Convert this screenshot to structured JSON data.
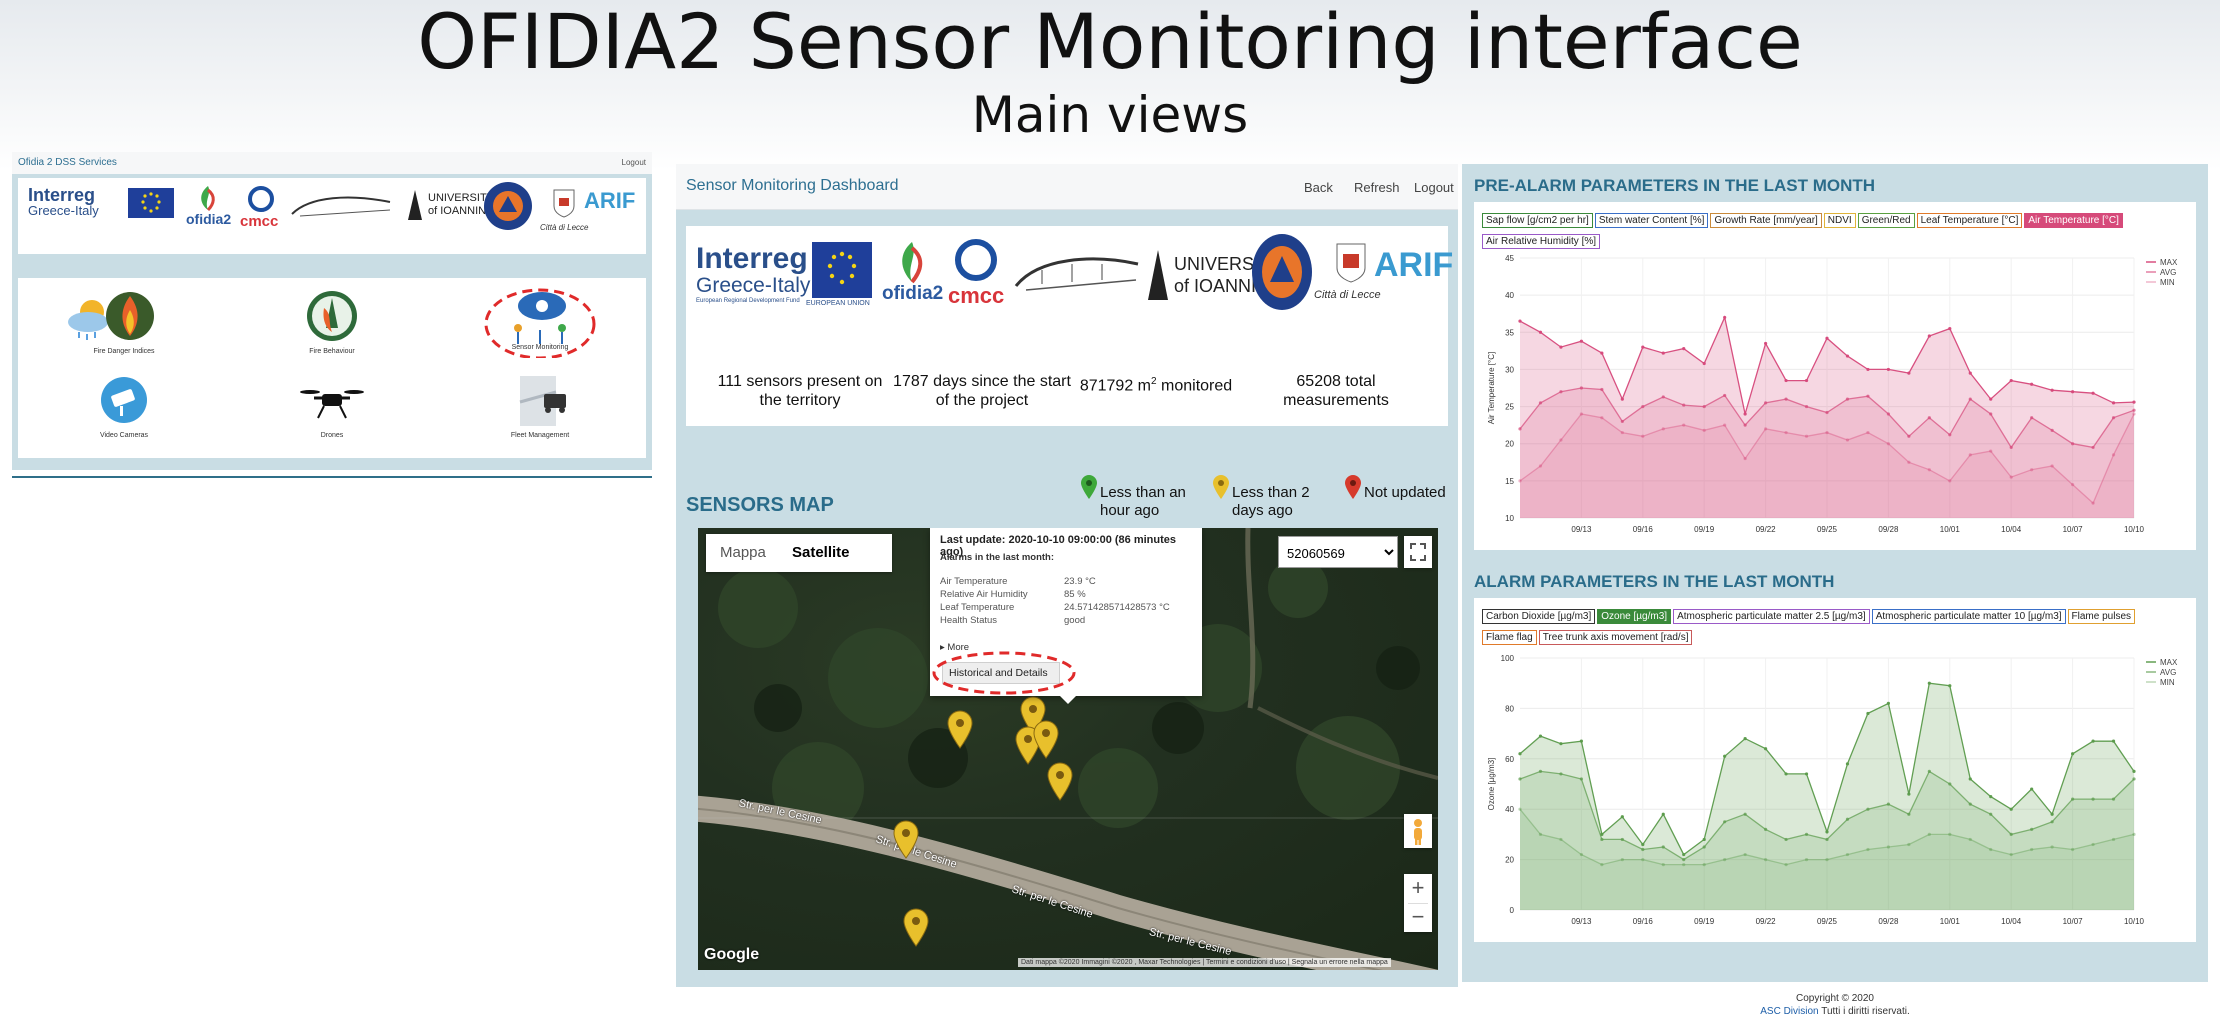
{
  "slide": {
    "title": "OFIDIA2 Sensor Monitoring interface",
    "subtitle": "Main views"
  },
  "left_panel": {
    "title": "Ofidia 2 DSS Services",
    "logout": "Logout",
    "logos": [
      "Interreg Greece-Italy",
      "European Union",
      "Ofidia2",
      "CMCC",
      "Decentralized Administration Authority",
      "University of Ioannina",
      "Protezione Civile",
      "Città di Lecce",
      "ARIF"
    ],
    "interreg_line1": "Interreg",
    "interreg_line2": "Greece-Italy",
    "ofidia": "ofidia2",
    "cmcc": "cmcc",
    "univ1": "UNIVERSITY",
    "univ2": "of IOANNINA",
    "arif": "ARIF",
    "lecce": "Città di Lecce",
    "tiles": [
      {
        "label": "Fire Danger Indices",
        "icon": "fire-danger-icon"
      },
      {
        "label": "Fire Behaviour",
        "icon": "fire-behaviour-icon"
      },
      {
        "label": "Sensor Monitoring",
        "icon": "sensor-monitoring-icon"
      },
      {
        "label": "Video Cameras",
        "icon": "video-camera-icon"
      },
      {
        "label": "Drones",
        "icon": "drone-icon"
      },
      {
        "label": "Fleet Management",
        "icon": "fleet-management-icon"
      }
    ]
  },
  "dashboard": {
    "title": "Sensor Monitoring Dashboard",
    "nav": {
      "back": "Back",
      "refresh": "Refresh",
      "logout": "Logout"
    },
    "interreg_line1": "Interreg",
    "interreg_line2": "Greece-Italy",
    "interreg_fund": "European Regional Development Fund",
    "eu": "EUROPEAN UNION",
    "ofidia": "ofidia2",
    "cmcc": "cmcc",
    "univ1": "UNIVERSITY",
    "univ2": "of IOANNINA",
    "lecce": "Città di Lecce",
    "arif": "ARIF",
    "stats": {
      "sensors": "111 sensors present on the territory",
      "days": "1787 days since the start of the project",
      "area_value": "871792 m",
      "area_sup": "2",
      "area_suffix": " monitored",
      "measurements": "65208 total measurements"
    },
    "map_title": "SENSORS MAP",
    "legend": [
      {
        "label": "Less than an hour ago",
        "color": "#3ea83a"
      },
      {
        "label": "Less than 2 days ago",
        "color": "#e8c02c"
      },
      {
        "label": "Not updated",
        "color": "#d63a2c"
      }
    ],
    "map": {
      "type_map": "Mappa",
      "type_sat": "Satellite",
      "select_value": "52060569",
      "popup": {
        "last_update": "Last update: 2020-10-10 09:00:00 (86 minutes ago)",
        "alarms": "Alarms in the last month:",
        "rows": [
          {
            "key": "Air Temperature",
            "value": "23.9 °C"
          },
          {
            "key": "Relative Air Humidity",
            "value": "85 %"
          },
          {
            "key": "Leaf Temperature",
            "value": "24.571428571428573 °C"
          },
          {
            "key": "Health Status",
            "value": "good"
          }
        ],
        "more": "▸ More",
        "button": "Historical and Details"
      },
      "road_labels": [
        "Str. per le Cesine",
        "Str. per le Cesine",
        "Str. per le Cesine",
        "Str. per le Cesine"
      ],
      "attribution": "Dati mappa ©2020 Immagini ©2020 , Maxar Technologies | Termini e condizioni d'uso | Segnala un errore nella mappa",
      "google": "Google",
      "zoom_in": "+",
      "zoom_out": "−"
    }
  },
  "pre_alarm": {
    "title": "PRE-ALARM PARAMETERS IN THE LAST MONTH",
    "chips": [
      {
        "label": "Sap flow [g/cm2 per hr]",
        "color": "#3a8a3a"
      },
      {
        "label": "Stem water Content [%]",
        "color": "#3a6fc8"
      },
      {
        "label": "Growth Rate [mm/year]",
        "color": "#c98a3a"
      },
      {
        "label": "NDVI",
        "color": "#e0b43a"
      },
      {
        "label": "Green/Red",
        "color": "#5aa040"
      },
      {
        "label": "Leaf Temperature [°C]",
        "color": "#e07a2a"
      },
      {
        "label": "Air Temperature [°C]",
        "color": "#d64a7a",
        "active": true
      },
      {
        "label": "Air Relative Humidity [%]",
        "color": "#9a5ac8"
      }
    ]
  },
  "alarm": {
    "title": "ALARM PARAMETERS IN THE LAST MONTH",
    "chips": [
      {
        "label": "Carbon Dioxide [µg/m3]",
        "color": "#333333"
      },
      {
        "label": "Ozone [µg/m3]",
        "color": "#3a8a3a",
        "active": true
      },
      {
        "label": "Atmospheric particulate matter 2.5 [µg/m3]",
        "color": "#9a5ac8"
      },
      {
        "label": "Atmospheric particulate matter 10 [µg/m3]",
        "color": "#3a6fc8"
      },
      {
        "label": "Flame pulses",
        "color": "#e0a030"
      },
      {
        "label": "Flame flag",
        "color": "#e07a2a"
      },
      {
        "label": "Tree trunk axis movement [rad/s]",
        "color": "#c85a5a"
      }
    ]
  },
  "chart_data": [
    {
      "type": "line",
      "title": "PRE-ALARM PARAMETERS IN THE LAST MONTH",
      "ylabel": "Air Temperature [°C]",
      "xlabel": "",
      "ylim": [
        10,
        45
      ],
      "yticks": [
        10,
        15,
        20,
        25,
        30,
        35,
        40,
        45
      ],
      "xlim": [
        0,
        30
      ],
      "xticks": [
        {
          "x": 3,
          "label": "09/13"
        },
        {
          "x": 6,
          "label": "09/16"
        },
        {
          "x": 9,
          "label": "09/19"
        },
        {
          "x": 12,
          "label": "09/22"
        },
        {
          "x": 15,
          "label": "09/25"
        },
        {
          "x": 18,
          "label": "09/28"
        },
        {
          "x": 21,
          "label": "10/01"
        },
        {
          "x": 24,
          "label": "10/04"
        },
        {
          "x": 27,
          "label": "10/07"
        },
        {
          "x": 30,
          "label": "10/10"
        }
      ],
      "legend_position": "top-right",
      "fill": true,
      "color": "#d6487a",
      "series": [
        {
          "name": "MAX",
          "x": [
            0,
            1,
            2,
            3,
            4,
            5,
            6,
            7,
            8,
            9,
            10,
            11,
            12,
            13,
            14,
            15,
            16,
            17,
            18,
            19,
            20,
            21,
            22,
            23,
            24,
            25,
            26,
            27,
            28,
            29,
            30
          ],
          "values": [
            36.5,
            35.0,
            33.0,
            33.8,
            32.2,
            26.0,
            33.0,
            32.2,
            32.8,
            30.8,
            37.0,
            24.0,
            33.5,
            28.5,
            28.5,
            34.2,
            31.8,
            30.0,
            30.0,
            29.5,
            34.5,
            35.5,
            29.5,
            26.0,
            28.5,
            28.0,
            27.2,
            27.0,
            26.8,
            25.5,
            25.6
          ]
        },
        {
          "name": "AVG",
          "x": [
            0,
            1,
            2,
            3,
            4,
            5,
            6,
            7,
            8,
            9,
            10,
            11,
            12,
            13,
            14,
            15,
            16,
            17,
            18,
            19,
            20,
            21,
            22,
            23,
            24,
            25,
            26,
            27,
            28,
            29,
            30
          ],
          "values": [
            22.0,
            25.5,
            27.0,
            27.5,
            27.3,
            23.0,
            25.0,
            26.3,
            25.2,
            25.0,
            26.5,
            22.5,
            25.5,
            26.0,
            25.0,
            24.2,
            26.0,
            26.4,
            24.0,
            21.0,
            23.5,
            21.2,
            26.0,
            24.0,
            19.5,
            23.5,
            21.8,
            20.0,
            19.5,
            23.5,
            24.5
          ]
        },
        {
          "name": "MIN",
          "x": [
            0,
            1,
            2,
            3,
            4,
            5,
            6,
            7,
            8,
            9,
            10,
            11,
            12,
            13,
            14,
            15,
            16,
            17,
            18,
            19,
            20,
            21,
            22,
            23,
            24,
            25,
            26,
            27,
            28,
            29,
            30
          ],
          "values": [
            15.0,
            17.0,
            20.5,
            24.0,
            23.5,
            21.5,
            21.0,
            22.0,
            22.5,
            21.8,
            22.5,
            18.0,
            22.0,
            21.5,
            21.0,
            21.5,
            20.5,
            21.5,
            20.0,
            17.5,
            16.5,
            15.0,
            18.5,
            19.0,
            15.5,
            16.5,
            17.0,
            14.5,
            12.0,
            18.5,
            24.0
          ]
        }
      ]
    },
    {
      "type": "line",
      "title": "ALARM PARAMETERS IN THE LAST MONTH",
      "ylabel": "Ozone [µg/m3]",
      "xlabel": "",
      "ylim": [
        0,
        100
      ],
      "yticks": [
        0,
        20,
        40,
        60,
        80,
        100
      ],
      "xlim": [
        0,
        30
      ],
      "xticks": [
        {
          "x": 3,
          "label": "09/13"
        },
        {
          "x": 6,
          "label": "09/16"
        },
        {
          "x": 9,
          "label": "09/19"
        },
        {
          "x": 12,
          "label": "09/22"
        },
        {
          "x": 15,
          "label": "09/25"
        },
        {
          "x": 18,
          "label": "09/28"
        },
        {
          "x": 21,
          "label": "10/01"
        },
        {
          "x": 24,
          "label": "10/04"
        },
        {
          "x": 27,
          "label": "10/07"
        },
        {
          "x": 30,
          "label": "10/10"
        }
      ],
      "legend_position": "top-right",
      "fill": true,
      "color": "#5a9a4a",
      "series": [
        {
          "name": "MAX",
          "x": [
            0,
            1,
            2,
            3,
            4,
            5,
            6,
            7,
            8,
            9,
            10,
            11,
            12,
            13,
            14,
            15,
            16,
            17,
            18,
            19,
            20,
            21,
            22,
            23,
            24,
            25,
            26,
            27,
            28,
            29,
            30
          ],
          "values": [
            62,
            69,
            66,
            67,
            30,
            37,
            26,
            38,
            22,
            28,
            61,
            68,
            64,
            54,
            54,
            31,
            58,
            78,
            82,
            46,
            90,
            89,
            52,
            45,
            40,
            48,
            38,
            62,
            67,
            67,
            55
          ]
        },
        {
          "name": "AVG",
          "x": [
            0,
            1,
            2,
            3,
            4,
            5,
            6,
            7,
            8,
            9,
            10,
            11,
            12,
            13,
            14,
            15,
            16,
            17,
            18,
            19,
            20,
            21,
            22,
            23,
            24,
            25,
            26,
            27,
            28,
            29,
            30
          ],
          "values": [
            52,
            55,
            54,
            52,
            28,
            28,
            24,
            25,
            20,
            25,
            35,
            38,
            32,
            28,
            30,
            28,
            36,
            40,
            42,
            38,
            55,
            50,
            42,
            38,
            30,
            32,
            35,
            44,
            44,
            44,
            52
          ]
        },
        {
          "name": "MIN",
          "x": [
            0,
            1,
            2,
            3,
            4,
            5,
            6,
            7,
            8,
            9,
            10,
            11,
            12,
            13,
            14,
            15,
            16,
            17,
            18,
            19,
            20,
            21,
            22,
            23,
            24,
            25,
            26,
            27,
            28,
            29,
            30
          ],
          "values": [
            40,
            30,
            28,
            22,
            18,
            20,
            20,
            18,
            18,
            18,
            20,
            22,
            20,
            18,
            20,
            20,
            22,
            24,
            25,
            26,
            30,
            30,
            28,
            24,
            22,
            24,
            25,
            24,
            26,
            28,
            30
          ]
        }
      ]
    }
  ],
  "footer": {
    "copyright": "Copyright © 2020",
    "link": "ASC Division",
    "rights": " Tutti i diritti riservati."
  }
}
